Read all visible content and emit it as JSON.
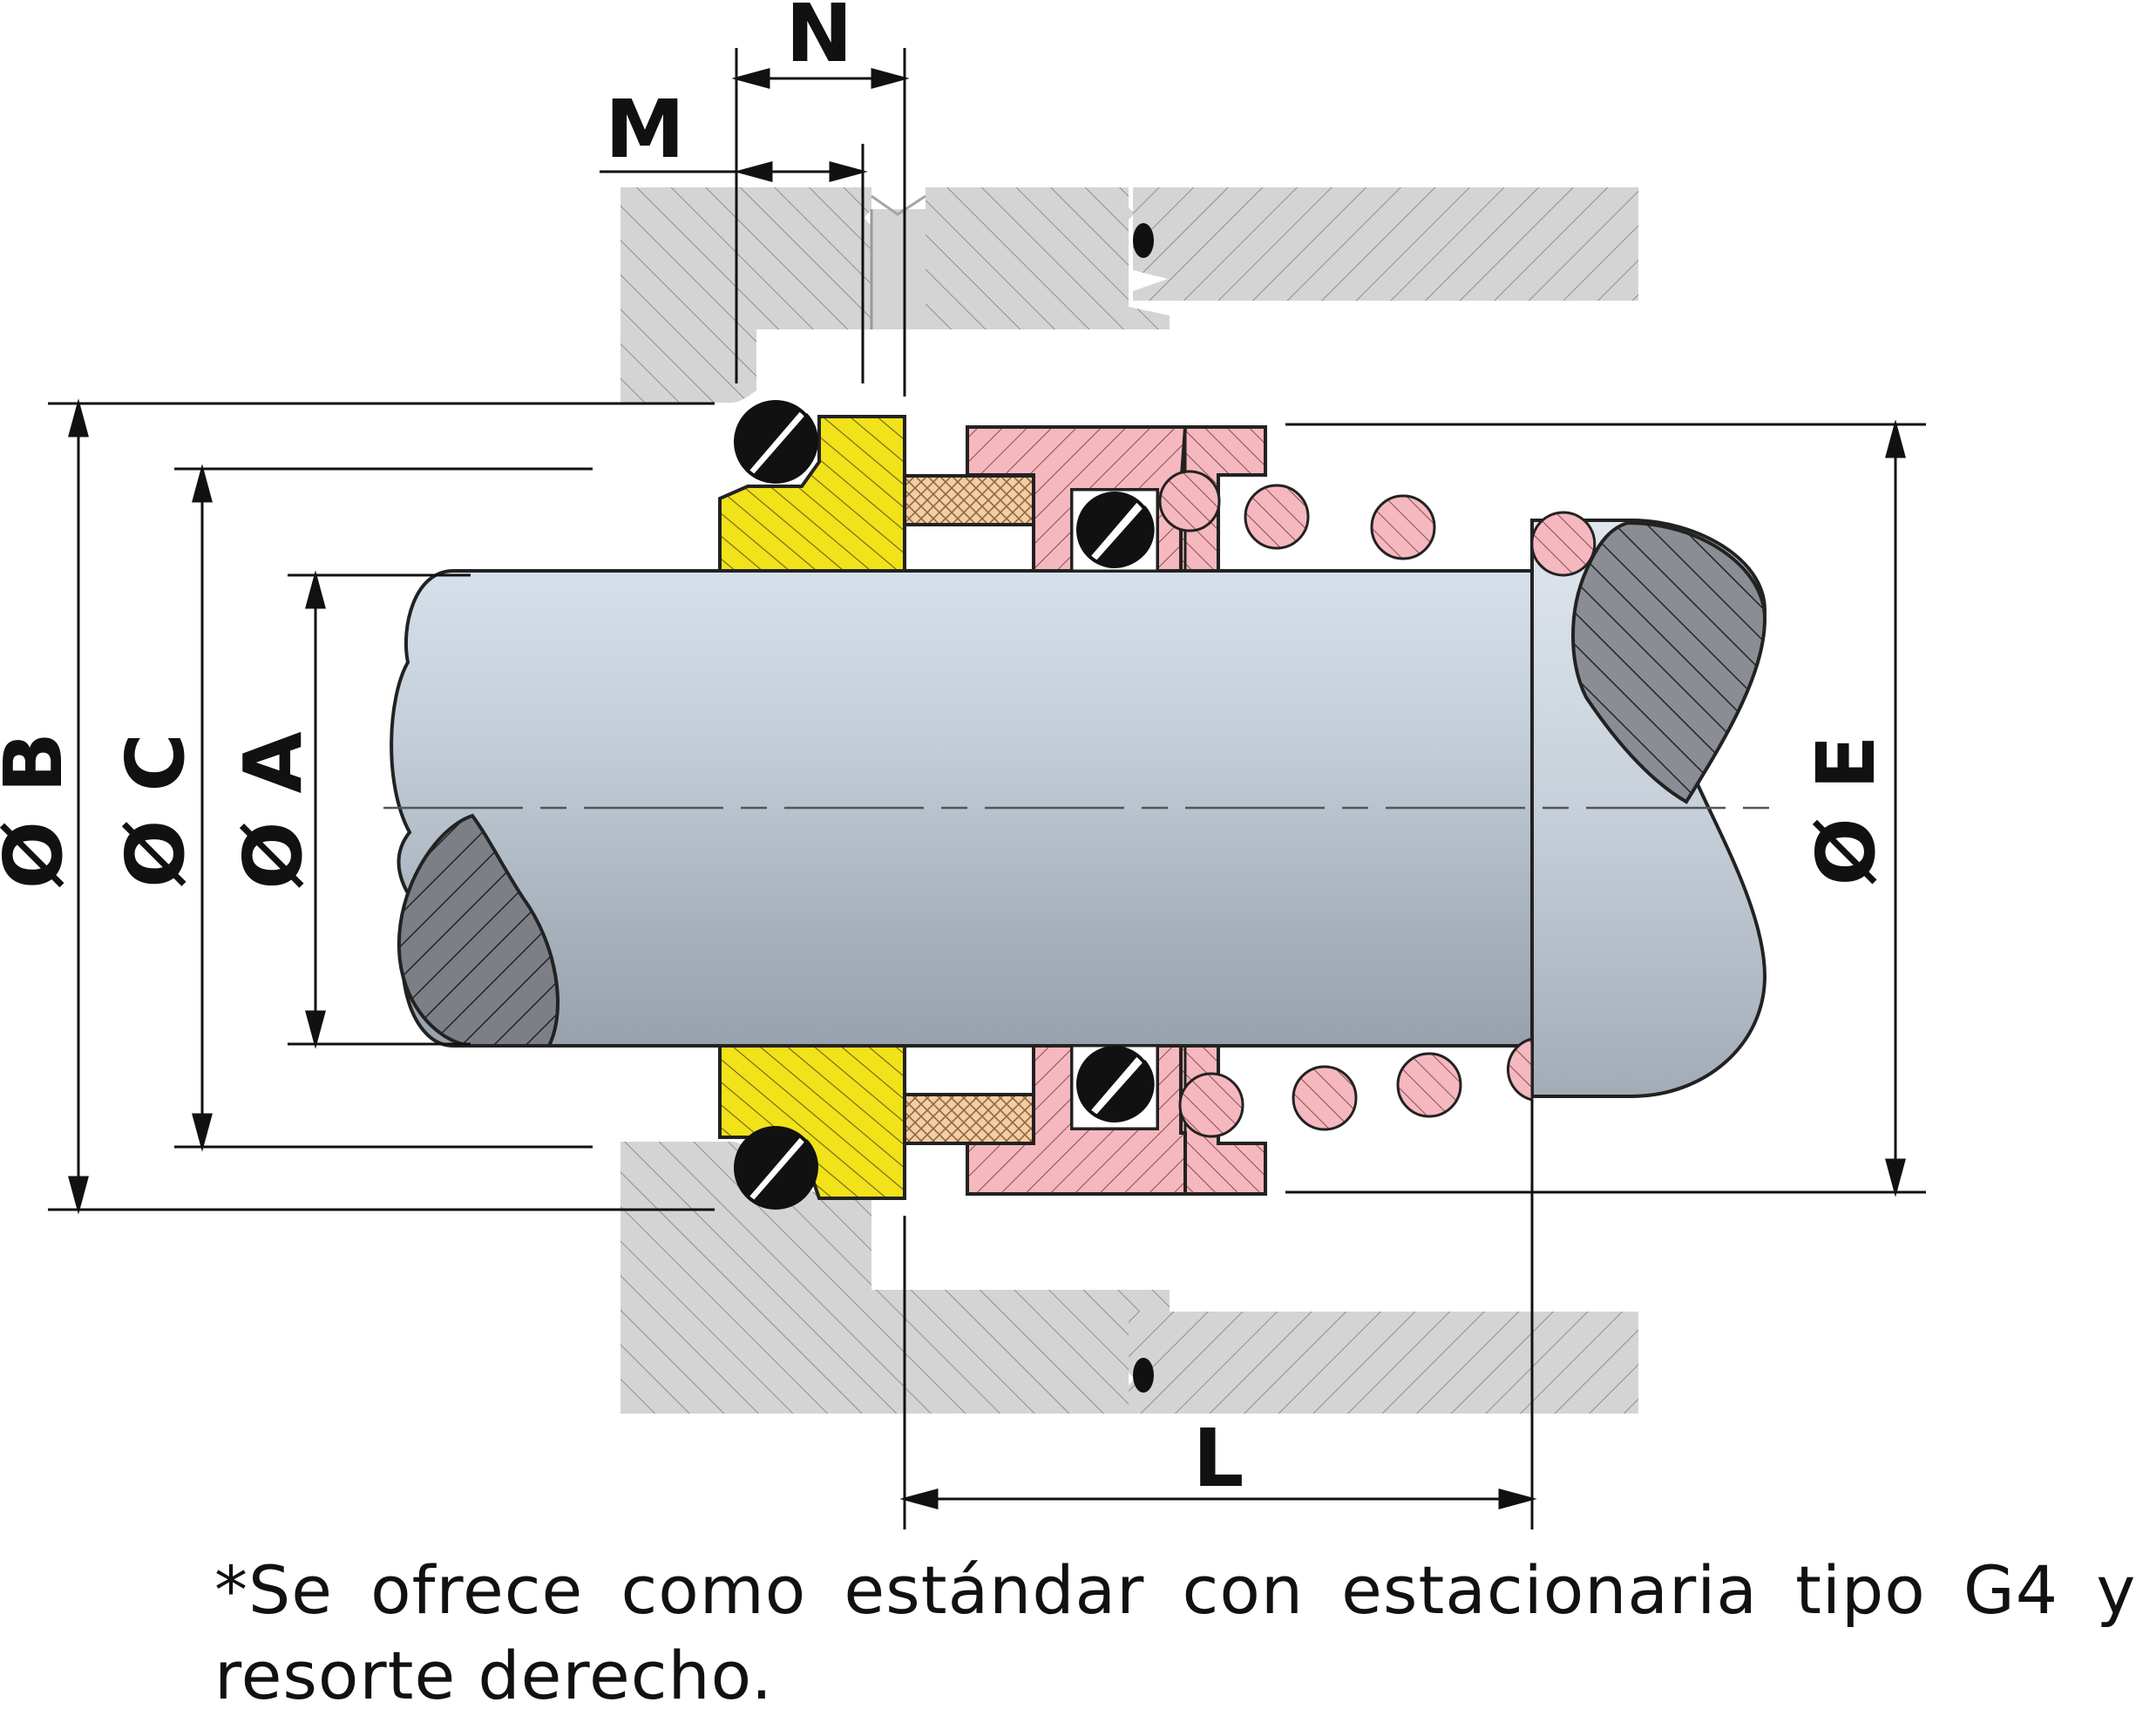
{
  "labels": {
    "dim_n": "N",
    "dim_m": "M",
    "dim_l": "L",
    "dim_b": "Ø B",
    "dim_c": "Ø C",
    "dim_a": "Ø A",
    "dim_e": "Ø E"
  },
  "caption": {
    "line1": "*Se ofrece como estándar con estacionaria tipo G4 y",
    "line2": "resorte derecho."
  },
  "colors": {
    "housing": "#d4d4d4",
    "stationary_seat": "#f1e21a",
    "rotary_body": "#f5b8be",
    "drive_ring": "#f6cca2",
    "shaft_top": "#dbe4ee",
    "shaft_bottom": "#9aa4b0",
    "section_hatch": "#6d6d75"
  }
}
